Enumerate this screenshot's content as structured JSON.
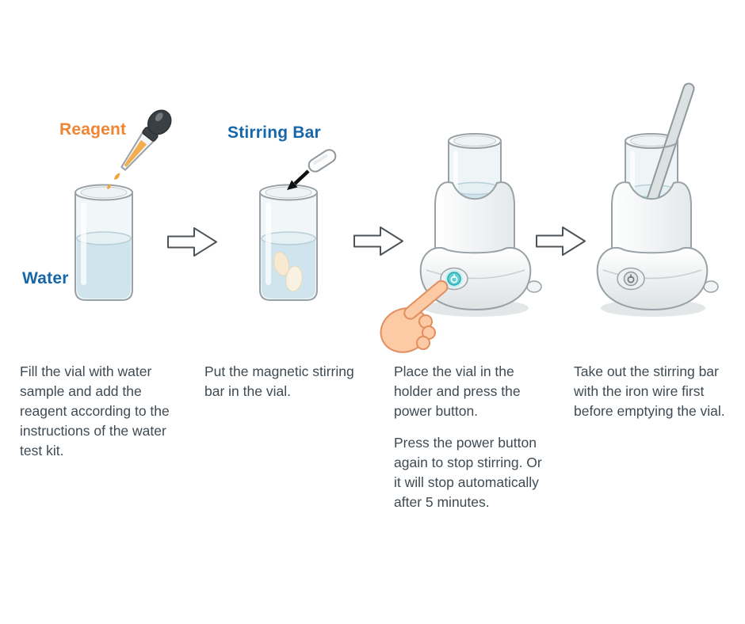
{
  "steps": [
    {
      "labels": {
        "reagent": "Reagent",
        "water": "Water"
      },
      "caption": "Fill the vial with water sample and add the reagent according to the instructions of the water test kit."
    },
    {
      "labels": {
        "stirring_bar": "Stirring Bar"
      },
      "caption": "Put the magnetic stirring bar in the vial."
    },
    {
      "caption": "Place the vial in the holder and press the power button.",
      "caption2": "Press the power button again to stop stirring. Or it will stop automatically after 5 minutes."
    },
    {
      "caption": "Take out the stirring bar with the iron wire first before emptying the vial."
    }
  ],
  "colors": {
    "reagent_label": "#ef8432",
    "water_label": "#1667a9",
    "stirring_bar_label": "#1667a9",
    "body_text": "#3f4a52",
    "water_fill": "#cfe4ec",
    "reagent_liquid": "#f4ad4e",
    "power_glow": "#2aa9b1",
    "hand_skin": "#fccaa4"
  }
}
